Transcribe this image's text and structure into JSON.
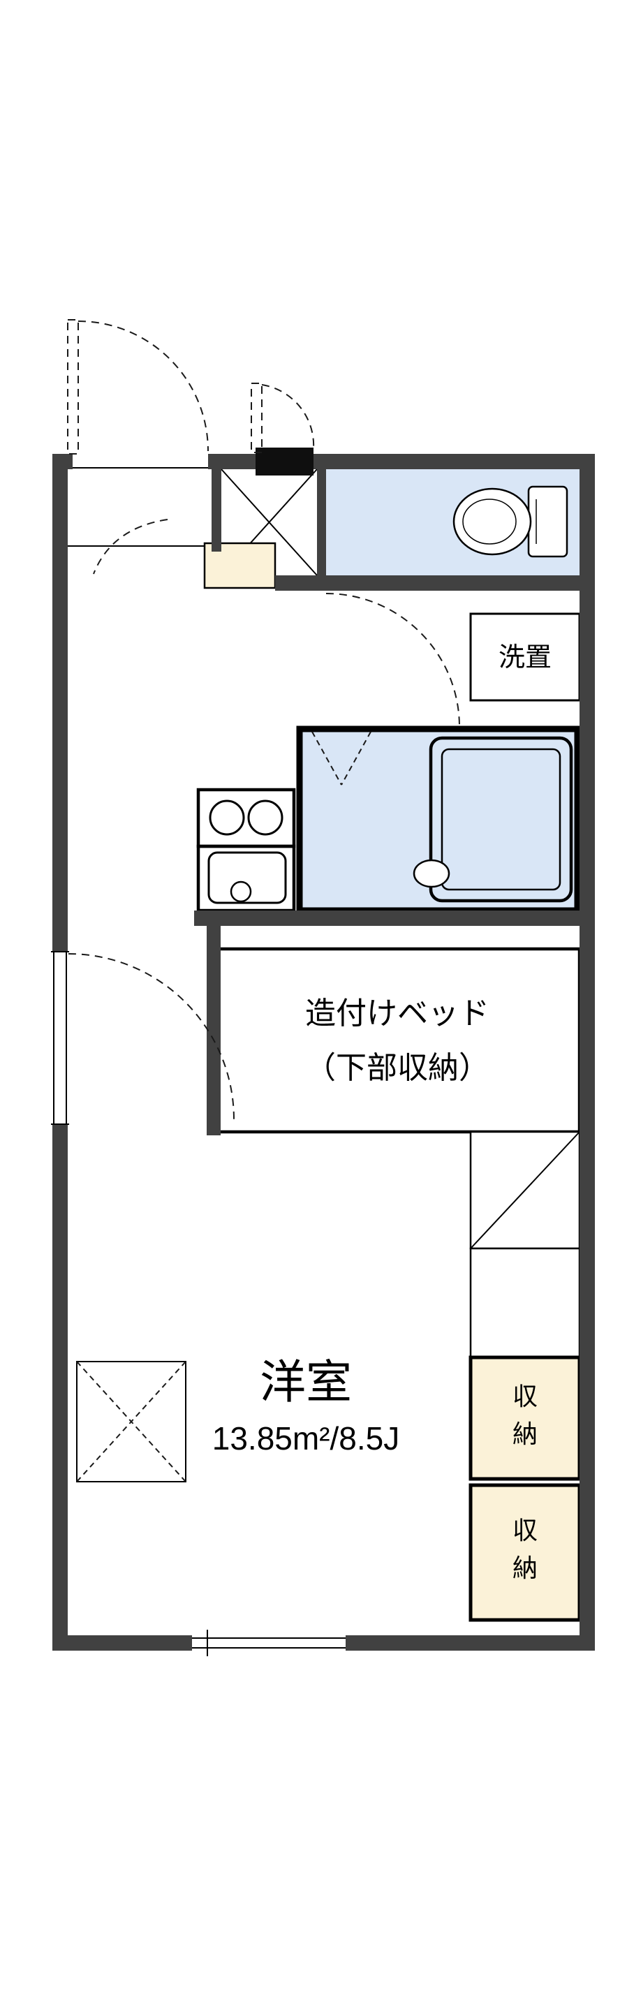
{
  "colors": {
    "background": "#ffffff",
    "wall": "#414141",
    "pillar": "#0f0f0f",
    "room_blue": "#d9e6f6",
    "tub_inner": "#e9f0fa",
    "cream": "#fbf2d8",
    "line": "#000000"
  },
  "labels": {
    "washer": "洗置",
    "bed_line1": "造付けベッド",
    "bed_line2": "（下部収納）",
    "room_name": "洋室",
    "room_area": "13.85m²/8.5J",
    "storage1_line1": "収",
    "storage1_line2": "納",
    "storage2_line1": "収",
    "storage2_line2": "納"
  }
}
